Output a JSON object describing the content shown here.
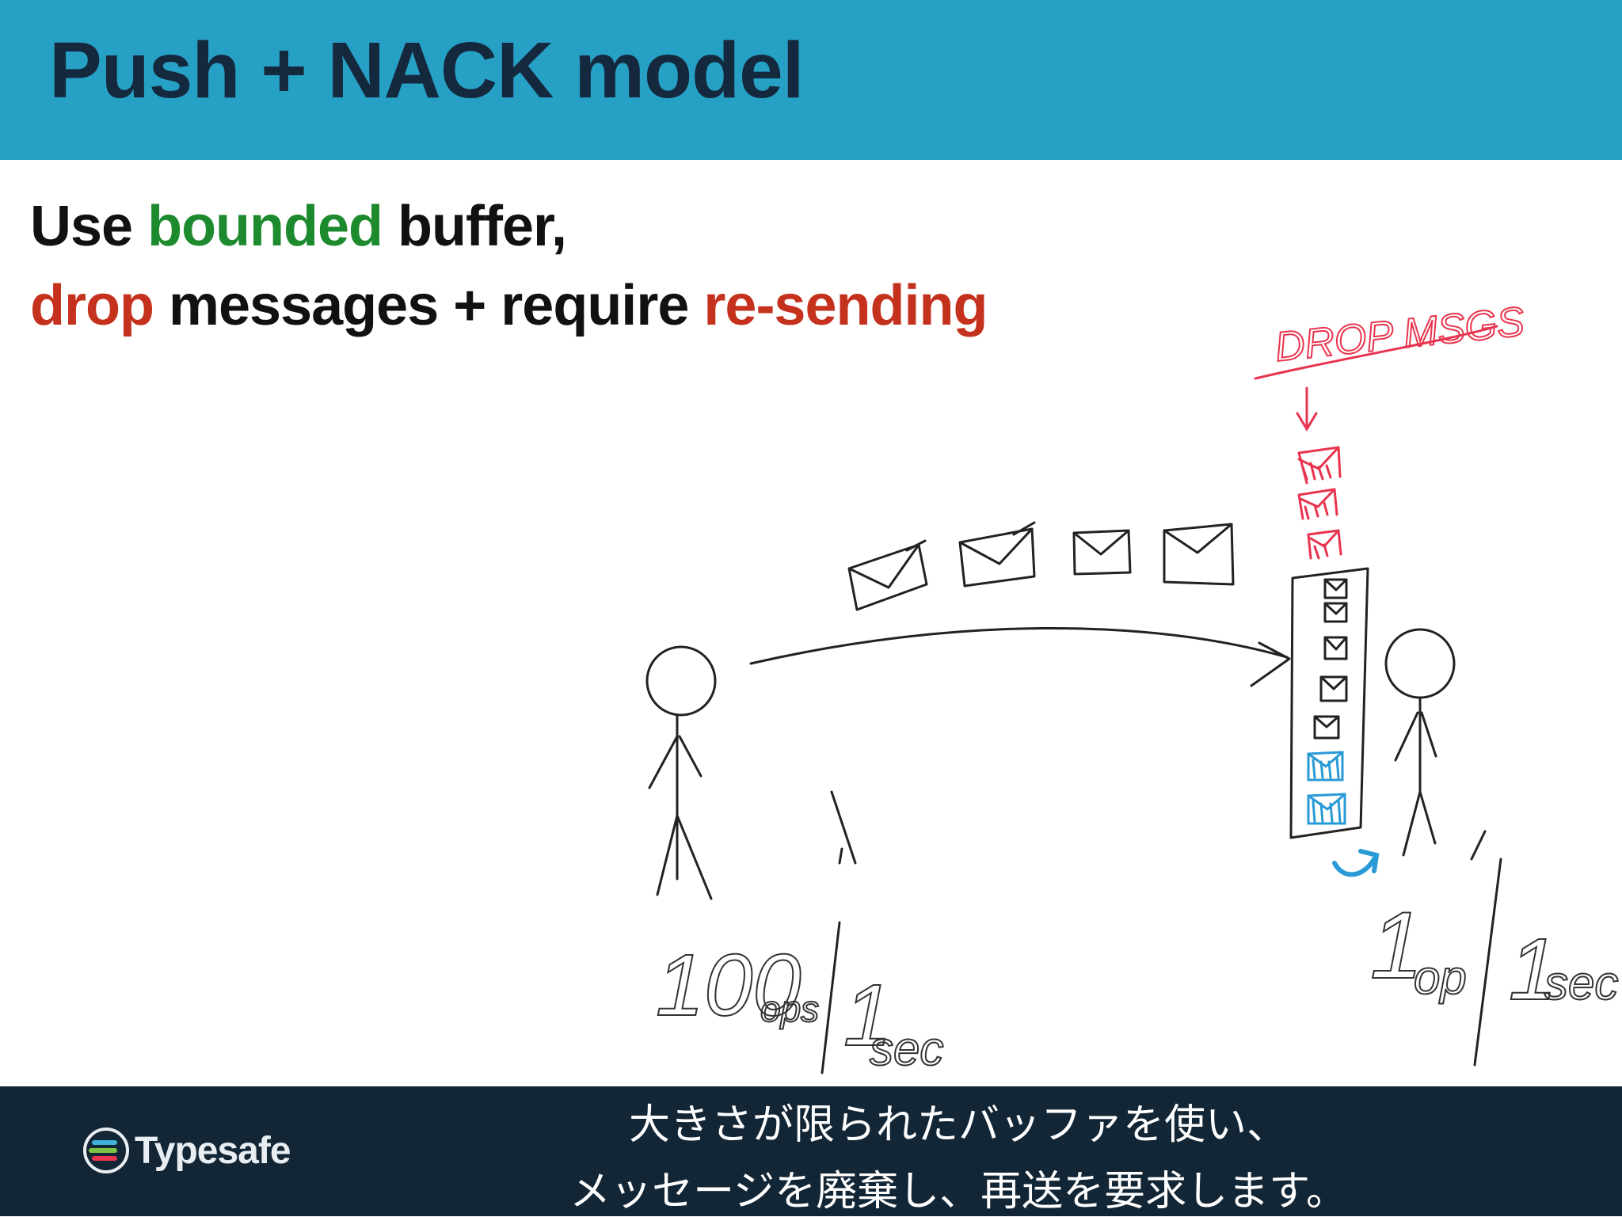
{
  "slide": {
    "title": "Push + NACK model",
    "line1": {
      "part1": "Use ",
      "part2": "bounded",
      "part3": " buffer,"
    },
    "line2": {
      "part1": "drop",
      "part2": " messages + require ",
      "part3": "re-sending"
    }
  },
  "sketch": {
    "drop_label": "DROP MSGS",
    "producer_rate": {
      "count": "100",
      "unit": "ops",
      "per": "1",
      "time": "sec"
    },
    "consumer_rate": {
      "count": "1",
      "unit": "op",
      "per": "1",
      "time": "sec"
    }
  },
  "footer": {
    "logo_text": "Typesafe",
    "subtitle_line1": "大きさが限られたバッファを使い、",
    "subtitle_line2": "メッセージを廃棄し、再送を要求します。"
  },
  "colors": {
    "header": "#27a0c6",
    "title": "#14293d",
    "green": "#1e8a2e",
    "red": "#c4311d",
    "footer": "#132636",
    "sketch_red": "#e8344e",
    "sketch_blue": "#2a9ad6"
  }
}
